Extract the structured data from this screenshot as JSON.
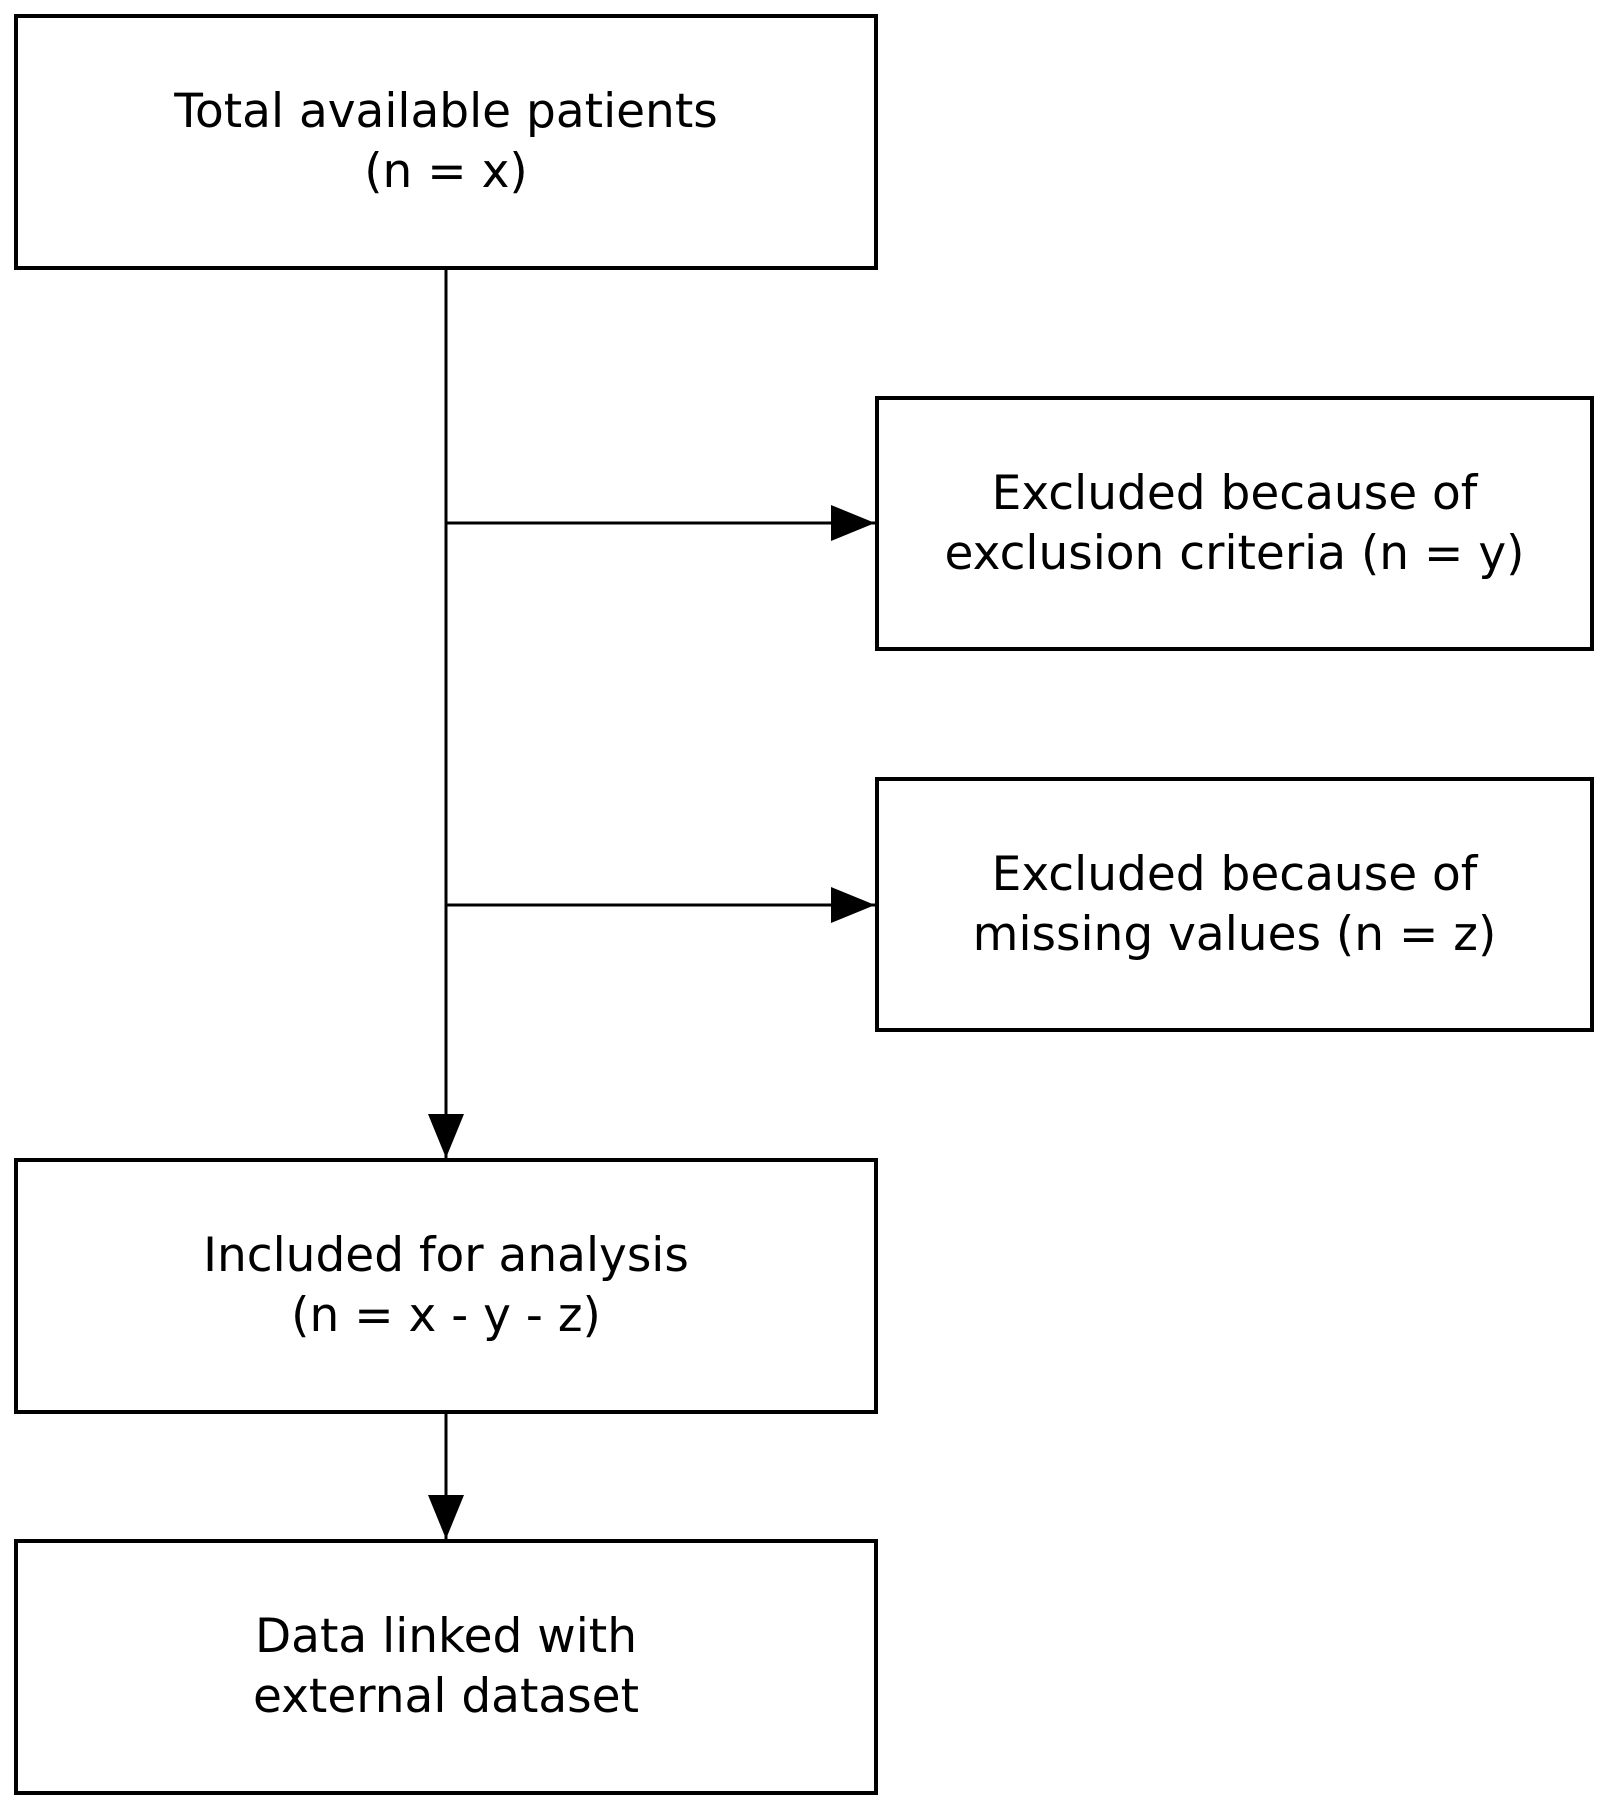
{
  "nodes": {
    "total": {
      "line1": "Total available patients",
      "line2": "(n = x)"
    },
    "excluded_criteria": {
      "line1": "Excluded because of",
      "line2": "exclusion criteria (n = y)"
    },
    "excluded_missing": {
      "line1": "Excluded because of",
      "line2": "missing values (n = z)"
    },
    "included": {
      "line1": "Included for analysis",
      "line2": "(n = x - y - z)"
    },
    "linked": {
      "line1": "Data linked with",
      "line2": "external dataset"
    }
  },
  "edges": [
    {
      "from": "total",
      "to": "excluded_criteria"
    },
    {
      "from": "total",
      "to": "excluded_missing"
    },
    {
      "from": "total",
      "to": "included"
    },
    {
      "from": "included",
      "to": "linked"
    }
  ],
  "colors": {
    "stroke": "#000000",
    "background": "#ffffff"
  }
}
